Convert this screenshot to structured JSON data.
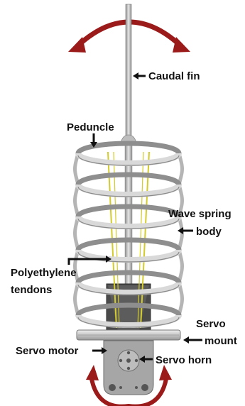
{
  "labels": {
    "caudal_fin": "Caudal fin",
    "peduncle": "Peduncle",
    "wave_spring_line1": "Wave spring",
    "wave_spring_line2": "body",
    "polyethylene_line1": "Polyethylene",
    "polyethylene_line2": "tendons",
    "servo_mount_line1": "Servo",
    "servo_mount_line2": "mount",
    "servo_motor": "Servo motor",
    "servo_horn": "Servo horn"
  },
  "colors": {
    "motion_arrow": "#9b1b1b",
    "spring_metal": "#a9a9a9",
    "spring_light": "#d9d9d9",
    "tendon": "#d4cc2a",
    "motor_body": "#4a4a4a",
    "annotation": "#111111"
  },
  "icons": {
    "fin_motion": "curved-double-arrow-icon",
    "horn_motion": "curved-double-arrow-icon"
  }
}
